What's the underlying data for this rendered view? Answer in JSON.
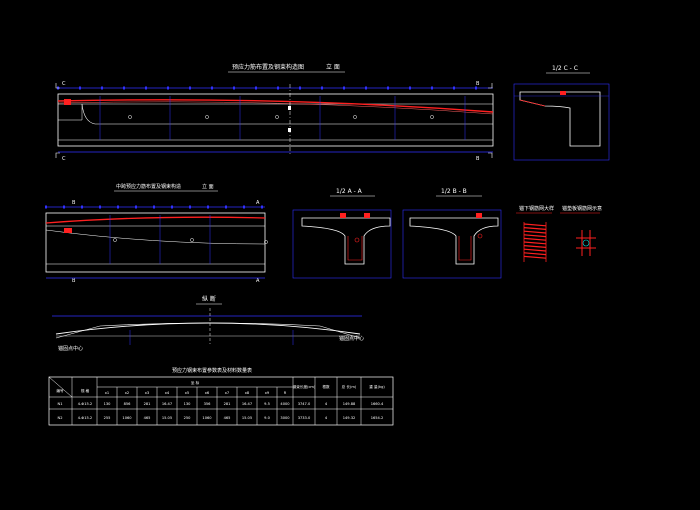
{
  "drawing": {
    "titles": {
      "view1": "预应力筋布置及钢束构造图",
      "view1_suffix": "立 面",
      "view2": "中跨预应力筋布置及钢束构造",
      "view2_suffix": "立 面",
      "section_cc": "1/2 C - C",
      "section_aa": "1/2 A - A",
      "section_bb": "1/2 B - B",
      "detail1": "锚下钢筋网大样",
      "detail2": "锚垫板钢筋网示意",
      "profile": "纵 断",
      "table": "预应力钢束布置参数表及材料数量表"
    },
    "markers": {
      "c": "C",
      "b": "B",
      "a": "A"
    },
    "profile_labels": {
      "left": "锚固点中心",
      "right": "锚固点中心"
    },
    "table": {
      "col_num": "编号",
      "col_spec": "规 格",
      "col_group": "坐 标",
      "sub_cols": [
        "x1",
        "x2",
        "x3",
        "x4",
        "x5",
        "x6",
        "x7",
        "x8",
        "x9",
        "R"
      ],
      "col_len": "钢束长度(cm)",
      "col_count": "根数",
      "col_total": "总 长(m)",
      "col_weight": "重 量(kg)",
      "rows": [
        {
          "num": "N1",
          "spec": "4-Φ15.2",
          "vals": [
            "130",
            "856",
            "281",
            "16.47",
            "130",
            "356",
            "281",
            "16.47",
            "9.5",
            "4000"
          ],
          "len": "3747.0",
          "count": "4",
          "total": "149.88",
          "weight": "1660.4"
        },
        {
          "num": "N2",
          "spec": "4-Φ15.2",
          "vals": [
            "255",
            "1060",
            "465",
            "15.05",
            "250",
            "1060",
            "465",
            "15.05",
            "9.0",
            "3000"
          ],
          "len": "3733.0",
          "count": "4",
          "total": "149.32",
          "weight": "1654.2"
        }
      ]
    },
    "colors": {
      "outline": "#ffffff",
      "dimension": "#3030ff",
      "tendon": "#ff2020",
      "rebar": "#ff3030",
      "accent": "#00e0e0"
    }
  }
}
